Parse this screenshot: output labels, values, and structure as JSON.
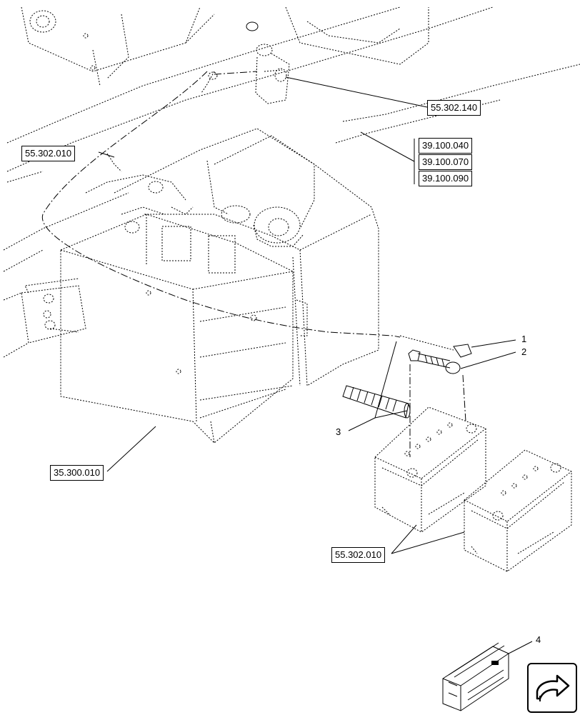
{
  "callouts": {
    "ref_55_302_140": "55.302.140",
    "ref_55_302_010_top": "55.302.010",
    "ref_39_100_040": "39.100.040",
    "ref_39_100_070": "39.100.070",
    "ref_39_100_090": "39.100.090",
    "ref_35_300_010": "35.300.010",
    "ref_55_302_010_bottom": "55.302.010"
  },
  "item_numbers": {
    "item_1": "1",
    "item_2": "2",
    "item_3": "3",
    "item_4": "4"
  },
  "icons": {
    "nav": "next-page-arrow-icon",
    "kit": "kit-box-icon"
  }
}
